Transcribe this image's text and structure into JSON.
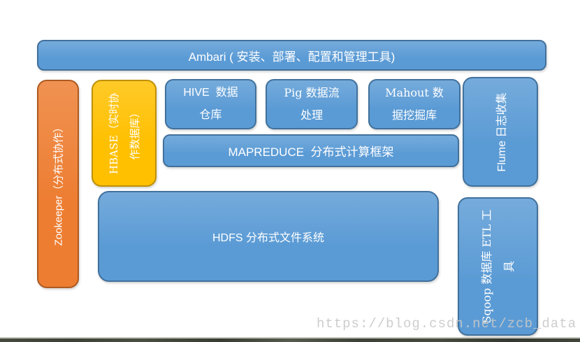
{
  "diagram": {
    "title": "Hadoop ecosystem diagram",
    "ambari": {
      "label": "Ambari ( 安装、部署、配置和管理工具)"
    },
    "zookeeper": {
      "label": "Zookeeper（分布式协作）"
    },
    "hbase": {
      "label": "HBASE（实时协\n作数据库）"
    },
    "hive": {
      "label": "HIVE  数据\n仓库"
    },
    "pig": {
      "label": "Pig 数据流\n处理"
    },
    "mahout": {
      "label": "Mahout 数\n据挖掘库"
    },
    "mapreduce": {
      "label": "MAPREDUCE  分布式计算框架"
    },
    "hdfs": {
      "label": "HDFS 分布式文件系统"
    },
    "flume": {
      "label": "Flume 日志收集"
    },
    "sqoop": {
      "label": "Sqoop 数据库 ETL 工\n具"
    }
  },
  "watermark": {
    "text": "https://blog.csdn.net/zcb_data"
  },
  "colors": {
    "blue_fill": "#5B9BD5",
    "blue_border": "#41719C",
    "orange_fill": "#ED7D31",
    "orange_border": "#AE5A21",
    "yellow_fill": "#FFC000",
    "yellow_border": "#BF9000",
    "watermark_gray": "#C8C8C8",
    "edge_light": "#C2C6BB"
  }
}
